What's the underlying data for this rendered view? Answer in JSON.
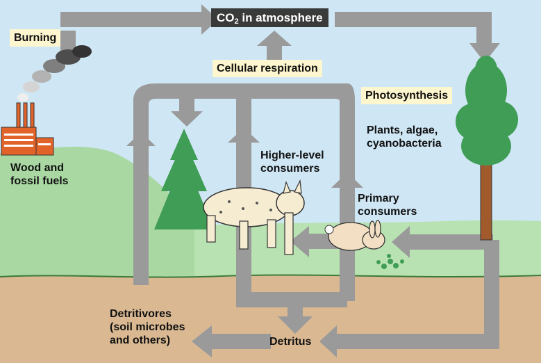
{
  "labels": {
    "co2_prefix": "CO",
    "co2_sub": "2",
    "co2_suffix": " in atmosphere",
    "burning": "Burning",
    "cellular_respiration": "Cellular respiration",
    "photosynthesis": "Photosynthesis",
    "producers_line1": "Plants, algae,",
    "producers_line2": "cyanobacteria",
    "fuels_line1": "Wood and",
    "fuels_line2": "fossil fuels",
    "higher_line1": "Higher-level",
    "higher_line2": "consumers",
    "primary_line1": "Primary",
    "primary_line2": "consumers",
    "detritivores_line1": "Detritivores",
    "detritivores_line2": "(soil microbes",
    "detritivores_line3": "and others)",
    "detritus": "Detritus"
  },
  "colors": {
    "sky": "#cfe6f4",
    "hill": "#a9d8a3",
    "meadow": "#b9e2b3",
    "ground": "#d9b892",
    "arrow": "#9a9a9a",
    "factory": "#e2632a",
    "tree_green": "#3f9d55",
    "label_box": "#fdf6cf",
    "co2_box": "#3a3a3a"
  },
  "icons": [
    "factory-icon",
    "smoke-icon",
    "conifer-tree-icon",
    "tall-tree-icon",
    "lynx-icon",
    "rabbit-icon",
    "plant-sprig-icon"
  ]
}
